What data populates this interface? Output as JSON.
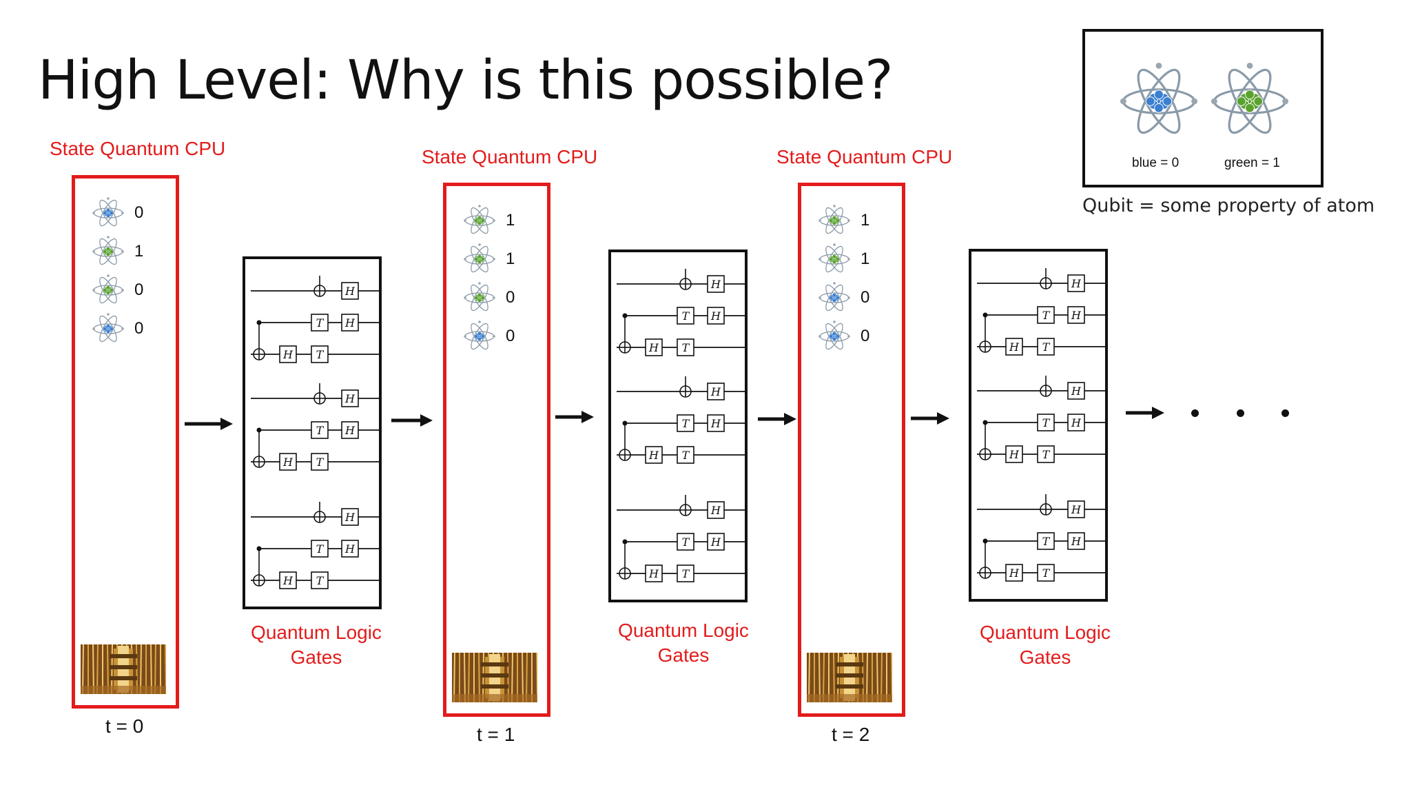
{
  "slide": {
    "title": "High Level: Why is this possible?"
  },
  "legend": {
    "blue_label": "blue = 0",
    "green_label": "green = 1",
    "caption": "Qubit = some property of atom"
  },
  "colors": {
    "accent_red": "#e31b1b",
    "qubit_blue": "#3a7fd0",
    "qubit_green": "#5aa22e"
  },
  "states": [
    {
      "label": "State Quantum CPU",
      "time": "t = 0",
      "qubits": [
        {
          "color": "blue",
          "value": "0"
        },
        {
          "color": "green",
          "value": "1"
        },
        {
          "color": "green",
          "value": "0"
        },
        {
          "color": "blue",
          "value": "0"
        }
      ]
    },
    {
      "label": "State Quantum CPU",
      "time": "t = 1",
      "qubits": [
        {
          "color": "green",
          "value": "1"
        },
        {
          "color": "green",
          "value": "1"
        },
        {
          "color": "green",
          "value": "0"
        },
        {
          "color": "blue",
          "value": "0"
        }
      ]
    },
    {
      "label": "State Quantum CPU",
      "time": "t = 2",
      "qubits": [
        {
          "color": "green",
          "value": "1"
        },
        {
          "color": "green",
          "value": "1"
        },
        {
          "color": "blue",
          "value": "0"
        },
        {
          "color": "blue",
          "value": "0"
        }
      ]
    }
  ],
  "gates": [
    {
      "label_line1": "Quantum Logic",
      "label_line2": "Gates"
    },
    {
      "label_line1": "Quantum Logic",
      "label_line2": "Gates"
    },
    {
      "label_line1": "Quantum Logic",
      "label_line2": "Gates"
    }
  ],
  "gate_symbols": {
    "hadamard": "H",
    "t_gate": "T"
  },
  "icons": [
    "atom-icon",
    "right-arrow-icon",
    "quantum-machine-photo",
    "ellipsis-dots"
  ]
}
